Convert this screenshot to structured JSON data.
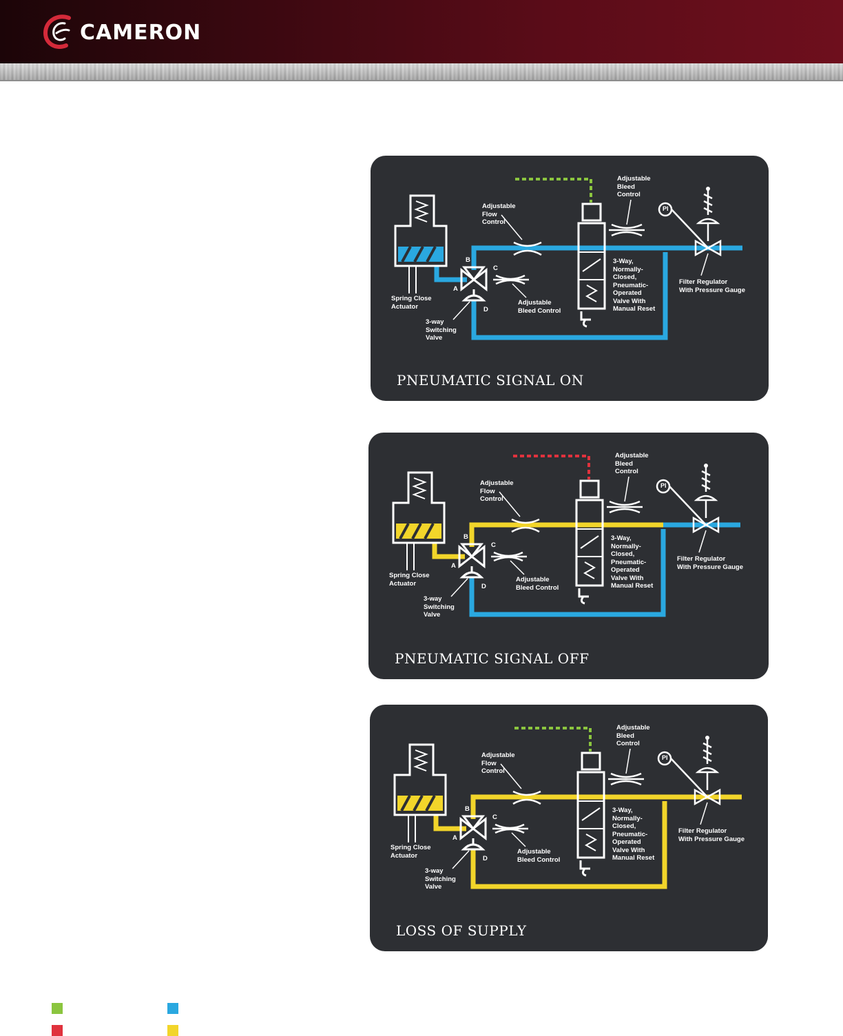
{
  "brand": {
    "name": "CAMERON"
  },
  "colors": {
    "green": "#8bc53f",
    "red": "#e0323d",
    "blue": "#2aa8e0",
    "yellow": "#f2d52a"
  },
  "panels": [
    {
      "title": "PNEUMATIC SIGNAL ON",
      "signal_color": "green",
      "actuator_color": "blue",
      "upper_line_color": "blue",
      "supply_color": "blue",
      "return_color": "blue",
      "labels": {
        "bleed_top": "Adjustable\nBleed\nControl",
        "flow": "Adjustable\nFlow\nControl",
        "three_way": "3-Way,\nNormally-\nClosed,\nPneumatic-\nOperated\nValve With\nManual Reset",
        "filter": "Filter Regulator\nWith Pressure Gauge",
        "actuator": "Spring Close\nActuator",
        "bleed_bottom": "Adjustable\nBleed Control",
        "switching": "3-way\nSwitching\nValve",
        "pi": "PI",
        "port_a": "A",
        "port_b": "B",
        "port_c": "C",
        "port_d": "D"
      }
    },
    {
      "title": "PNEUMATIC SIGNAL OFF",
      "signal_color": "red",
      "actuator_color": "yellow",
      "upper_line_color": "yellow",
      "supply_color": "blue",
      "return_color": "blue",
      "labels": {
        "bleed_top": "Adjustable\nBleed\nControl",
        "flow": "Adjustable\nFlow\nControl",
        "three_way": "3-Way,\nNormally-\nClosed,\nPneumatic-\nOperated\nValve With\nManual Reset",
        "filter": "Filter Regulator\nWith Pressure Gauge",
        "actuator": "Spring Close\nActuator",
        "bleed_bottom": "Adjustable\nBleed Control",
        "switching": "3-way\nSwitching\nValve",
        "pi": "PI",
        "port_a": "A",
        "port_b": "B",
        "port_c": "C",
        "port_d": "D"
      }
    },
    {
      "title": "LOSS OF SUPPLY",
      "signal_color": "green",
      "actuator_color": "yellow",
      "upper_line_color": "yellow",
      "supply_color": "yellow",
      "return_color": "yellow",
      "labels": {
        "bleed_top": "Adjustable\nBleed\nControl",
        "flow": "Adjustable\nFlow\nControl",
        "three_way": "3-Way,\nNormally-\nClosed,\nPneumatic-\nOperated\nValve With\nManual Reset",
        "filter": "Filter Regulator\nWith Pressure Gauge",
        "actuator": "Spring Close\nActuator",
        "bleed_bottom": "Adjustable\nBleed Control",
        "switching": "3-way\nSwitching\nValve",
        "pi": "PI",
        "port_a": "A",
        "port_b": "B",
        "port_c": "C",
        "port_d": "D"
      }
    }
  ],
  "legend": [
    {
      "color": "green"
    },
    {
      "color": "blue"
    },
    {
      "color": "red"
    },
    {
      "color": "yellow"
    }
  ]
}
